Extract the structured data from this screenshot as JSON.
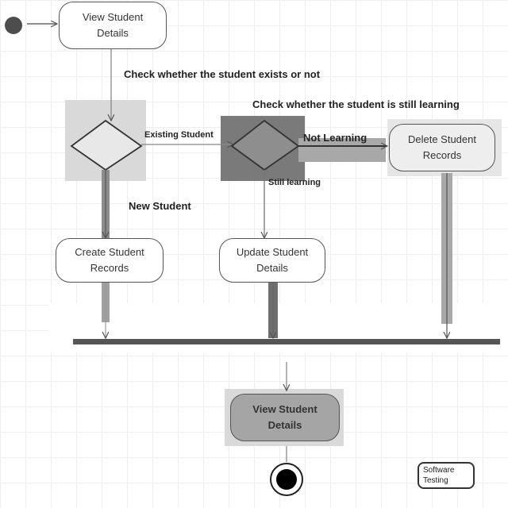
{
  "diagram": {
    "activities": {
      "view_details": "View Student\nDetails",
      "create_records": "Create Student\nRecords",
      "update_details": "Update Student\nDetails",
      "delete_records": "Delete Student\nRecords",
      "view_details_final": "View Student\nDetails"
    },
    "notes": {
      "check_exists": "Check whether the student exists or not",
      "check_learning": "Check whether the student is still learning"
    },
    "guards": {
      "existing_student": "Existing Student",
      "new_student": "New Student",
      "not_learning": "Not Learning",
      "still_learning": "Still learning"
    },
    "watermark": [
      "Software",
      "Testing"
    ]
  }
}
